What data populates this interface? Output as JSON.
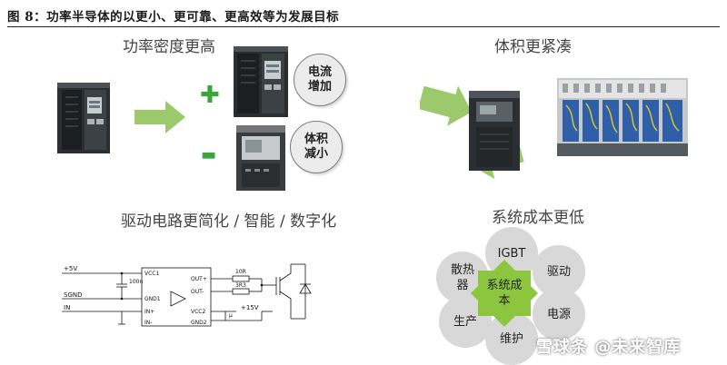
{
  "figure": {
    "title": "图 8：功率半导体的以更小、更可靠、更高效等为发展目标"
  },
  "sections": {
    "power_density": "功率密度更高",
    "compact": "体积更紧凑",
    "driver": "驱动电路更简化 / 智能 / 数字化",
    "cost": "系统成本更低"
  },
  "bubbles": {
    "current": "电流增加",
    "volume": "体积减小"
  },
  "signs": {
    "plus": "✚",
    "minus": "▬"
  },
  "circuit": {
    "v5": "+5V",
    "sgnd": "SGND",
    "in": "IN",
    "vcc1": "VCC1",
    "gnd1": "GND1",
    "in_plus": "IN+",
    "in_minus": "IN-",
    "out_plus": "OUT+",
    "out_minus": "OUT-",
    "vcc2": "VCC2",
    "gnd2": "GND2",
    "r1": "10R",
    "r2": "3R3",
    "cap": "100n",
    "v15": "+15V",
    "mu": "μ"
  },
  "cost_diagram": {
    "center": "系统成本",
    "nodes": [
      "IGBT",
      "驱动",
      "电源",
      "维护",
      "生产",
      "散热器"
    ]
  },
  "watermark": "雪球条 @未来智库",
  "colors": {
    "arrow_green": "#9cc96b",
    "sign_green": "#3aa63a",
    "hex_green": "#8cc63f",
    "node_gray": "#d8d8d8"
  }
}
